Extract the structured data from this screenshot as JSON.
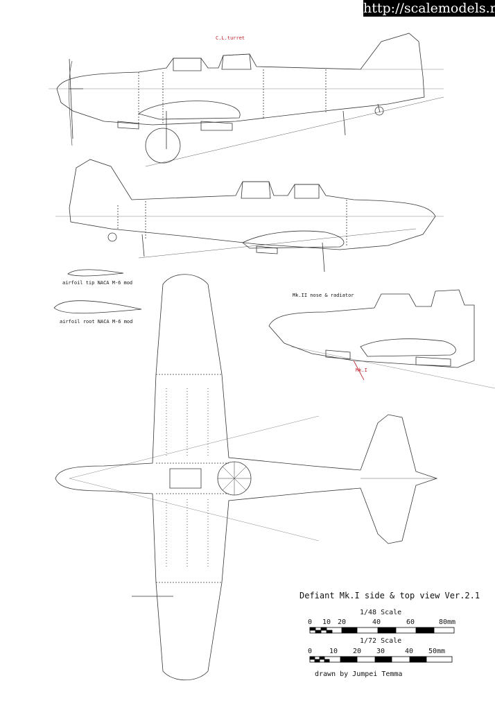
{
  "watermark": "http://scalemodels.ru",
  "labels": {
    "turret": "C.L.turret",
    "airfoil_tip": "airfoil tip NACA M-6 mod",
    "airfoil_root": "airfoil root NACA M-6 mod",
    "mk2_nose": "Mk.II nose & radiator",
    "mk1": "Mk.I"
  },
  "title": "Defiant Mk.I side & top view Ver.2.1",
  "scales": [
    {
      "title": "1/48 Scale",
      "ticks": [
        "0",
        "10",
        "20",
        "40",
        "60",
        "80mm"
      ]
    },
    {
      "title": "1/72 Scale",
      "ticks": [
        "0",
        "10",
        "20",
        "30",
        "40",
        "50mm"
      ]
    }
  ],
  "credit": "drawn by  Jumpei Temma",
  "colors": {
    "line": "#333333",
    "accent": "#c0202a",
    "background": "#ffffff"
  }
}
